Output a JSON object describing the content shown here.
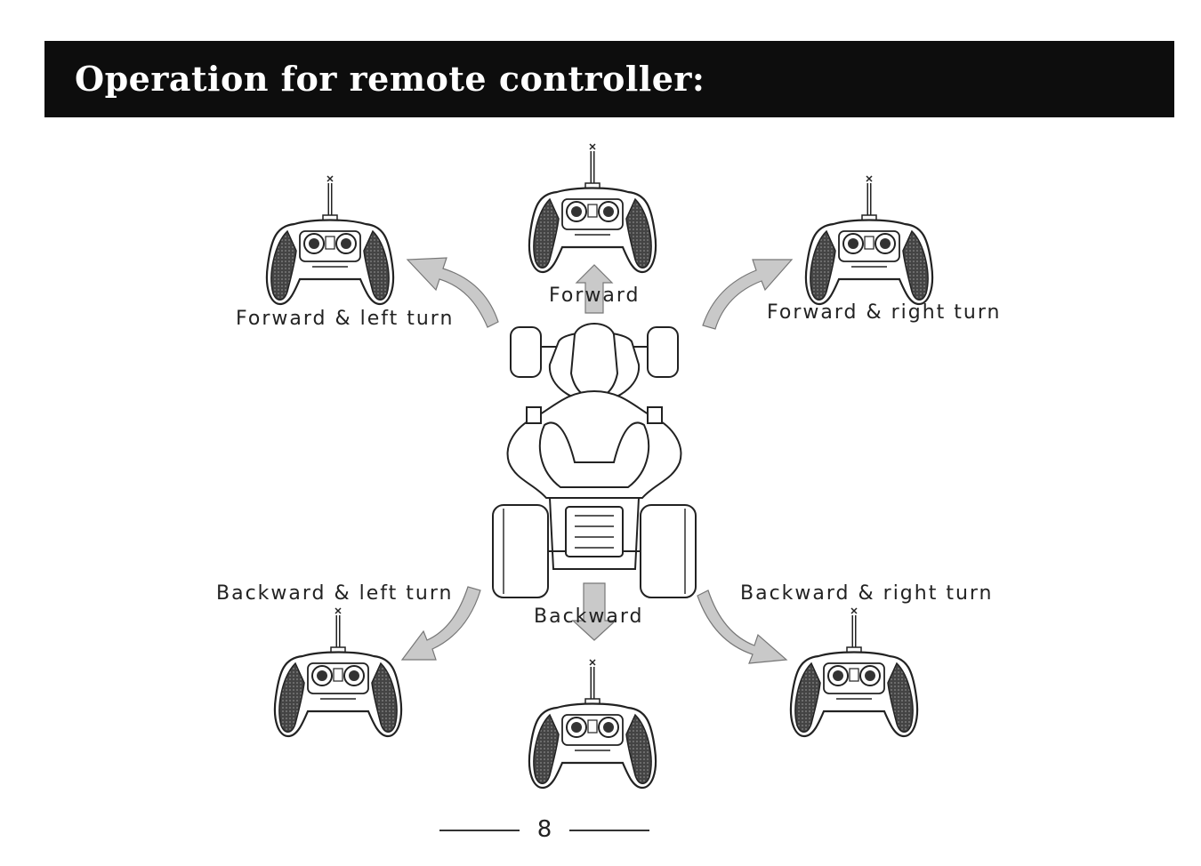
{
  "header": {
    "title": "Operation for remote controller:"
  },
  "labels": {
    "forward": "Forward",
    "forward_left": "Forward & left turn",
    "forward_right": "Forward & right turn",
    "backward": "Backward",
    "backward_left": "Backward & left turn",
    "backward_right": "Backward & right turn"
  },
  "footer": {
    "page_number": "8"
  },
  "colors": {
    "title_bar": "#0d0d0d",
    "arrow_fill": "#c9c9c9",
    "grip_fill": "#555555"
  },
  "icons": [
    "remote-controller-icon",
    "quad-bike-icon",
    "direction-arrow-icon"
  ]
}
